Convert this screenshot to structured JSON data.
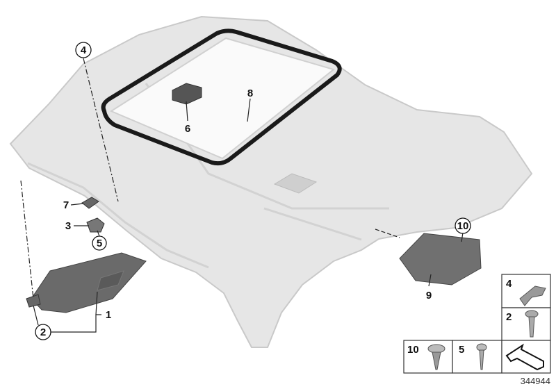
{
  "diagram": {
    "part_labels": {
      "p1": "1",
      "p2": "2",
      "p3": "3",
      "p4": "4",
      "p5": "5",
      "p6": "6",
      "p7": "7",
      "p8": "8",
      "p9": "9",
      "p10": "10"
    },
    "legend": {
      "cell_4": "4",
      "cell_2": "2",
      "cell_10": "10",
      "cell_5": "5"
    },
    "reference_number": "344944"
  },
  "colors": {
    "headliner": "#e4e4e4",
    "parts": "#6e6e6e",
    "seal": "#1a1a1a"
  }
}
